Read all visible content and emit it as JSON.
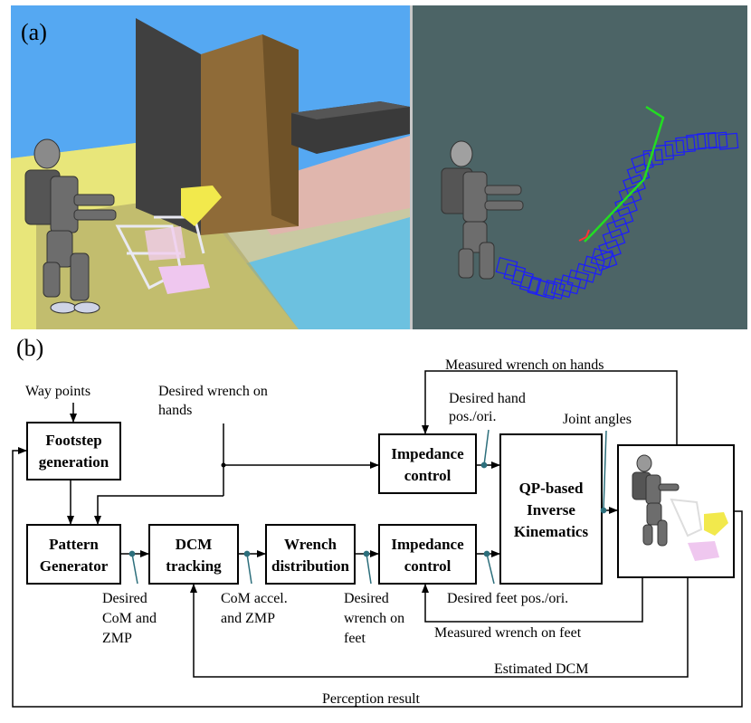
{
  "panels": {
    "a_label": "(a)",
    "b_label": "(b)"
  },
  "colors": {
    "sim_sky": "#55a8f2",
    "rviz_bg": "#4c6466",
    "footstep_lines": "#1c1cff",
    "trajectory": "#22dd22"
  },
  "blocks": {
    "footstep": [
      "Footstep",
      "generation"
    ],
    "pattern": [
      "Pattern",
      "Generator"
    ],
    "dcm": [
      "DCM",
      "tracking"
    ],
    "wrench_dist": [
      "Wrench",
      "distribution"
    ],
    "imp_top": [
      "Impedance",
      "control"
    ],
    "imp_bot": [
      "Impedance",
      "control"
    ],
    "qp": [
      "QP-based",
      "Inverse",
      "Kinematics"
    ]
  },
  "signals": {
    "way_points": "Way points",
    "desired_wrench_hands": [
      "Desired wrench on",
      "hands"
    ],
    "measured_wrench_hands": "Measured wrench on hands",
    "desired_hand": [
      "Desired hand",
      "pos./ori."
    ],
    "joint_angles": "Joint angles",
    "desired_com": [
      "Desired",
      "CoM and",
      "ZMP"
    ],
    "com_accel": [
      "CoM accel.",
      "and ZMP"
    ],
    "desired_wrench_feet": [
      "Desired",
      "wrench on",
      "feet"
    ],
    "desired_feet": "Desired feet pos./ori.",
    "measured_wrench_feet": "Measured wrench on feet",
    "estimated_dcm": "Estimated DCM",
    "perception": "Perception result"
  }
}
